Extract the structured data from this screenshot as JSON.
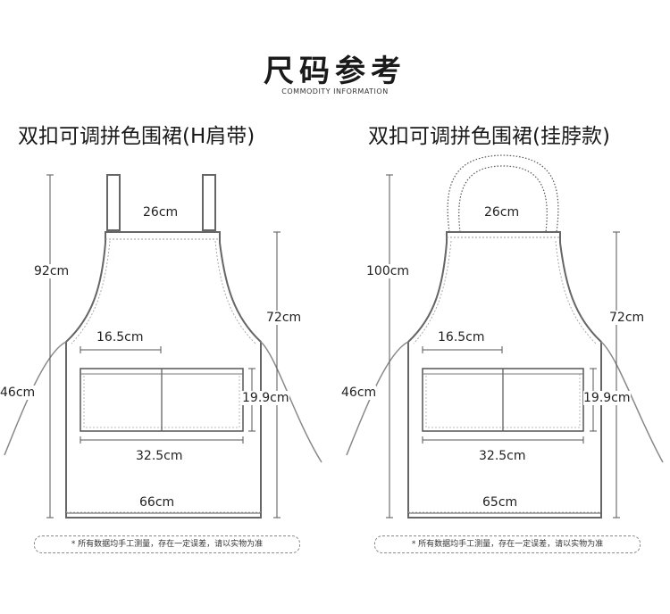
{
  "header": {
    "title": "尺码参考",
    "subtitle": "COMMODITY INFORMATION"
  },
  "aprons": [
    {
      "heading": "双扣可调拼色围裙(H肩带)",
      "strap_type": "H-shoulder-straps",
      "dims": {
        "top_width": "26cm",
        "total_length": "92cm",
        "body_length": "72cm",
        "pocket_width": "16.5cm",
        "pocket_height": "19.9cm",
        "pocket_total_width": "32.5cm",
        "bottom_width": "66cm",
        "side_width": "46cm"
      },
      "note": "* 所有数据均手工测量，存在一定误差，请以实物为准"
    },
    {
      "heading": "双扣可调拼色围裙(挂脖款)",
      "strap_type": "neck-strap",
      "dims": {
        "top_width": "26cm",
        "total_length": "100cm",
        "body_length": "72cm",
        "pocket_width": "16.5cm",
        "pocket_height": "19.9cm",
        "pocket_total_width": "32.5cm",
        "bottom_width": "65cm",
        "side_width": "46cm"
      },
      "note": "* 所有数据均手工测量，存在一定误差，请以实物为准"
    }
  ],
  "colors": {
    "outline": "#555555",
    "strap": "#9a9a9a",
    "text": "#222222"
  }
}
